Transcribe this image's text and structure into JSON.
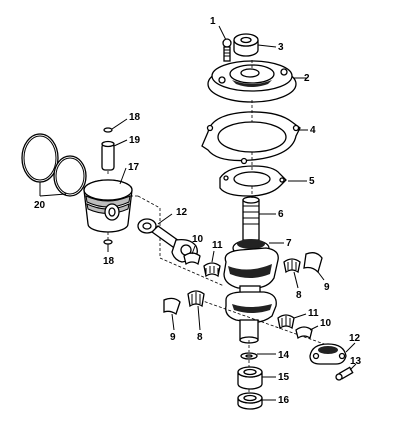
{
  "diagram": {
    "callouts": [
      {
        "id": "c1",
        "label": "1"
      },
      {
        "id": "c2",
        "label": "2"
      },
      {
        "id": "c3",
        "label": "3"
      },
      {
        "id": "c4",
        "label": "4"
      },
      {
        "id": "c5",
        "label": "5"
      },
      {
        "id": "c6",
        "label": "6"
      },
      {
        "id": "c7",
        "label": "7"
      },
      {
        "id": "c8a",
        "label": "8"
      },
      {
        "id": "c8b",
        "label": "8"
      },
      {
        "id": "c9a",
        "label": "9"
      },
      {
        "id": "c9b",
        "label": "9"
      },
      {
        "id": "c10a",
        "label": "10"
      },
      {
        "id": "c10b",
        "label": "10"
      },
      {
        "id": "c11a",
        "label": "11"
      },
      {
        "id": "c11b",
        "label": "11"
      },
      {
        "id": "c12a",
        "label": "12"
      },
      {
        "id": "c12b",
        "label": "12"
      },
      {
        "id": "c13",
        "label": "13"
      },
      {
        "id": "c14",
        "label": "14"
      },
      {
        "id": "c15",
        "label": "15"
      },
      {
        "id": "c16",
        "label": "16"
      },
      {
        "id": "c17",
        "label": "17"
      },
      {
        "id": "c18a",
        "label": "18"
      },
      {
        "id": "c18b",
        "label": "18"
      },
      {
        "id": "c19",
        "label": "19"
      },
      {
        "id": "c20",
        "label": "20"
      }
    ]
  }
}
